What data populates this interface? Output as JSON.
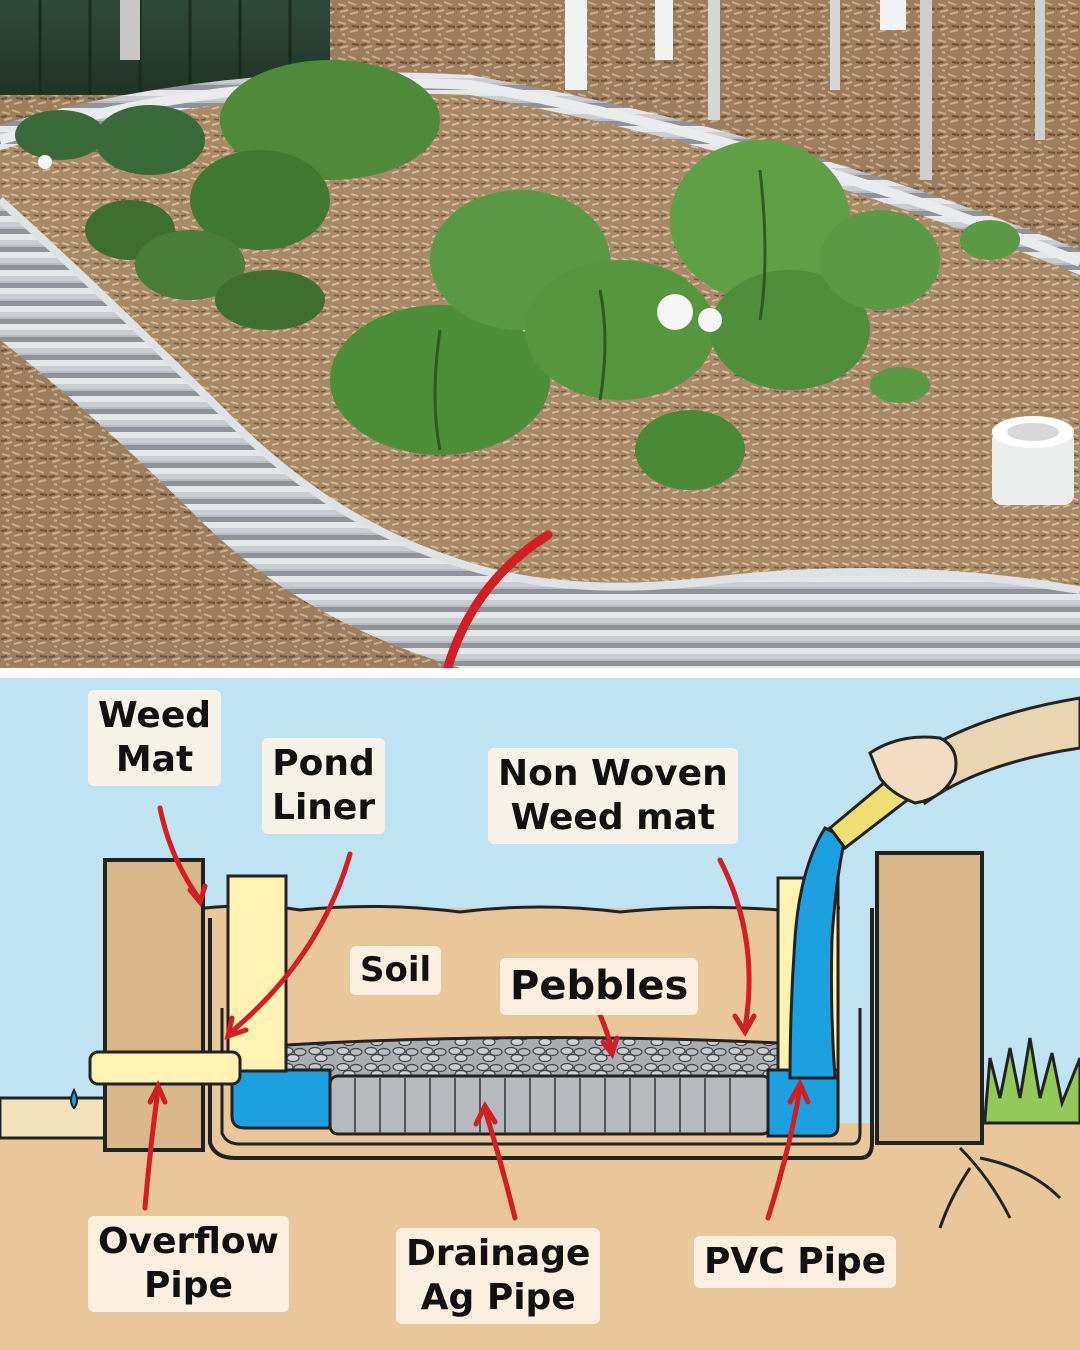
{
  "colors": {
    "sky": "#bfe3f3",
    "soil": "#e9c79a",
    "post": "#d8b88b",
    "liner_pipe": "#fff2b3",
    "water": "#1da0e0",
    "arrow": "#d21f26",
    "pebbles": "#a9adb2",
    "label_box": "#fcf3e6"
  },
  "icons": [
    "curved-arrow-icon",
    "hose-icon",
    "pointer-arrow-icon"
  ],
  "labels": {
    "weed_mat": [
      "Weed",
      "Mat"
    ],
    "pond_liner": [
      "Pond",
      "Liner"
    ],
    "non_woven": [
      "Non Woven",
      "Weed mat"
    ],
    "soil": "Soil",
    "pebbles": "Pebbles",
    "overflow_pipe": [
      "Overflow",
      "Pipe"
    ],
    "drainage_ag_pipe": [
      "Drainage",
      "Ag Pipe"
    ],
    "pvc_pipe": "PVC Pipe"
  }
}
